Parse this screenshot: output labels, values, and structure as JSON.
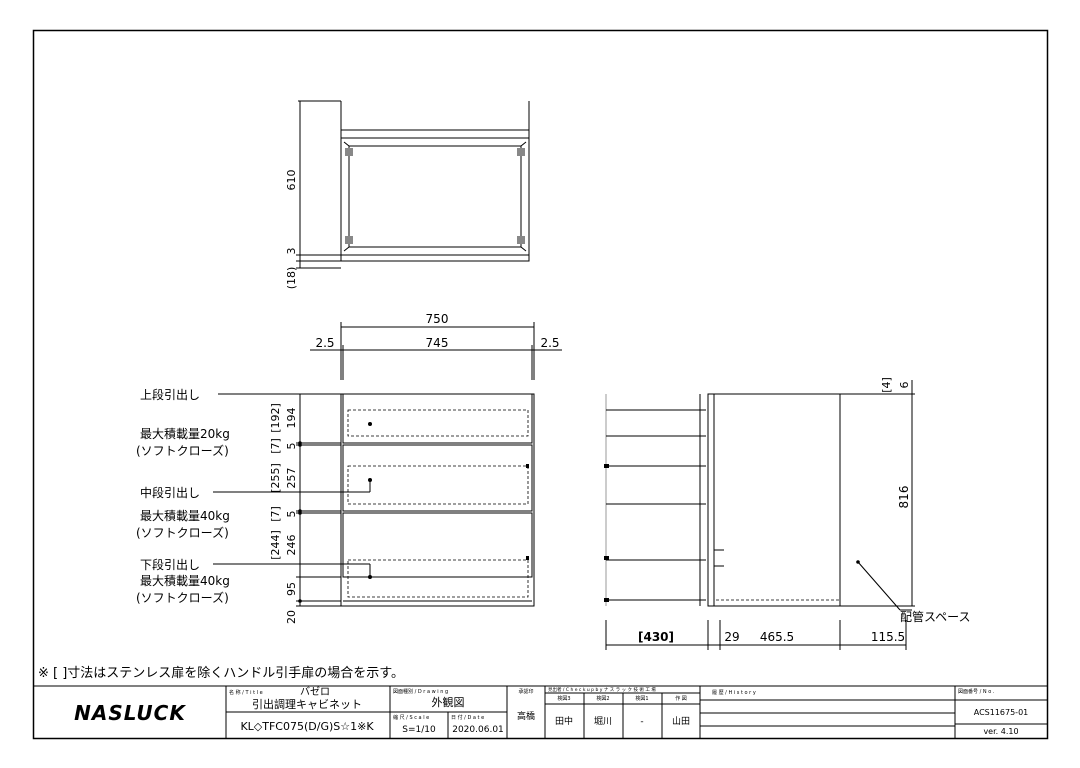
{
  "labels": {
    "upper_drawer": "上段引出し",
    "upper_load": "最大積載量20kg",
    "upper_softclose": "(ソフトクローズ)",
    "middle_drawer": "中段引出し",
    "middle_load": "最大積載量40kg",
    "middle_softclose": "(ソフトクローズ)",
    "lower_drawer": "下段引出し",
    "lower_load": "最大積載量40kg",
    "lower_softclose": "(ソフトクローズ)",
    "piping_space": "配管スペース"
  },
  "dimensions": {
    "top_depth": "610",
    "top_gap": "3",
    "top_base": "(18)",
    "width_total": "750",
    "width_inner": "745",
    "side_left": "2.5",
    "side_right": "2.5",
    "upper_height": "194",
    "upper_height_alt": "[192]",
    "gap1": "5",
    "gap1_alt": "[7]",
    "middle_height": "257",
    "middle_height_alt": "[255]",
    "gap2": "5",
    "gap2_alt": "[7]",
    "lower_height": "246",
    "lower_height_alt": "[244]",
    "kick": "95",
    "bottom": "20",
    "side_top_alt": "[4]",
    "side_top": "6",
    "side_height": "816",
    "pull_out": "[430]",
    "front_offset": "29",
    "body_depth": "465.5",
    "rear_space": "115.5"
  },
  "note": "※ [ ]寸法はステンレス扉を除くハンドル引手扉の場合を示す。",
  "title_block": {
    "logo": "NASLUCK",
    "title_label": "名 称 / T i t l e",
    "series": "バゼロ",
    "product": "引出調理キャビネット",
    "model": "KL◇TFC075(D/G)S☆1※K",
    "drawing_label": "図面種別 / D r a w i n g",
    "drawing_type": "外観図",
    "scale_label": "縮 尺 / S c a l e",
    "scale": "S=1/10",
    "date_label": "日 付 / D a t e",
    "date": "2020.06.01",
    "approver_label": "承認印",
    "approver": "高橋",
    "check_label": "見出者 / C h e c k   u p   b y   ナ ス ラ ッ ク 技 術 工 場",
    "check_cols": [
      "検図3",
      "検図2",
      "検図1",
      "作 図"
    ],
    "check_names": [
      "田中",
      "堀川",
      "-",
      "山田"
    ],
    "history_label": "履 歴 / H i s t o r y",
    "number_label": "図面番号 / N o .",
    "number": "ACS11675-01",
    "version": "ver. 4.10"
  }
}
